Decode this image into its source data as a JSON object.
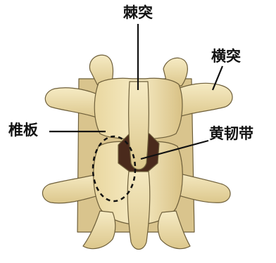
{
  "labels": {
    "spinous_process": "棘突",
    "transverse_process": "横突",
    "lamina": "椎板",
    "ligamentum_flavum": "黄韧带"
  },
  "colors": {
    "bone_fill": "#ecdca7",
    "bone_shadow": "#c9b27a",
    "bone_outline": "#6e5f3a",
    "canal_dark": "#4a2a1c",
    "leader_line": "#111111",
    "text": "#111111"
  }
}
